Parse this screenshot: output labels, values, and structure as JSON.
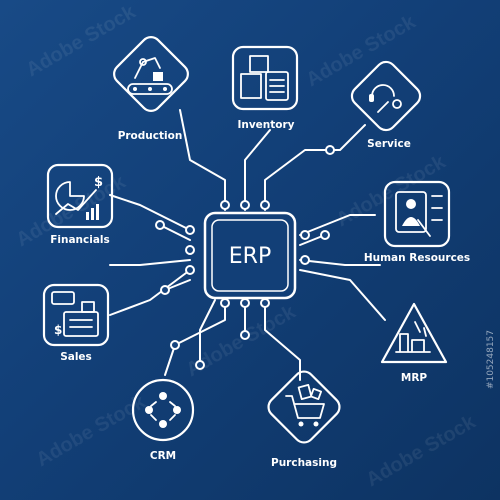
{
  "center": {
    "label": "ERP"
  },
  "modules": {
    "production": "Production",
    "inventory": "Inventory",
    "service": "Service",
    "financials": "Financials",
    "human_resources": "Human Resources",
    "sales": "Sales",
    "mrp": "MRP",
    "crm": "CRM",
    "purchasing": "Purchasing"
  },
  "watermark": "Adobe Stock",
  "stock_id": "#105248157",
  "colors": {
    "background": "#123f77",
    "foreground": "#ffffff"
  }
}
